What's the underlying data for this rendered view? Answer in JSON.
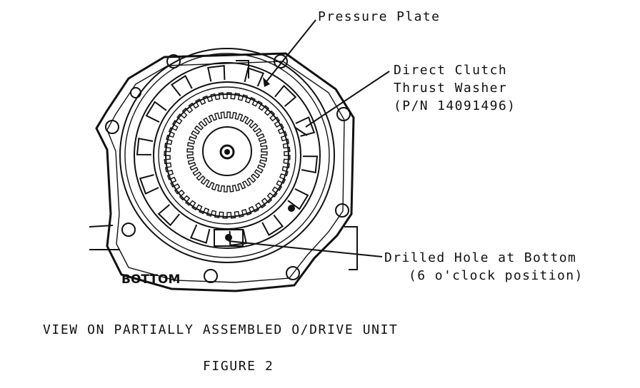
{
  "callouts": {
    "pressure_plate": "Pressure Plate",
    "thrust_washer_line1": "Direct Clutch",
    "thrust_washer_line2": "Thrust Washer",
    "thrust_washer_line3": "(P/N 14091496)",
    "drilled_hole_line1": "Drilled Hole at Bottom",
    "drilled_hole_line2": "(6 o'clock position)"
  },
  "orientation_label": "BOTTOM",
  "caption": "VIEW ON PARTIALLY ASSEMBLED O/DRIVE UNIT",
  "figure_label": "FIGURE 2"
}
